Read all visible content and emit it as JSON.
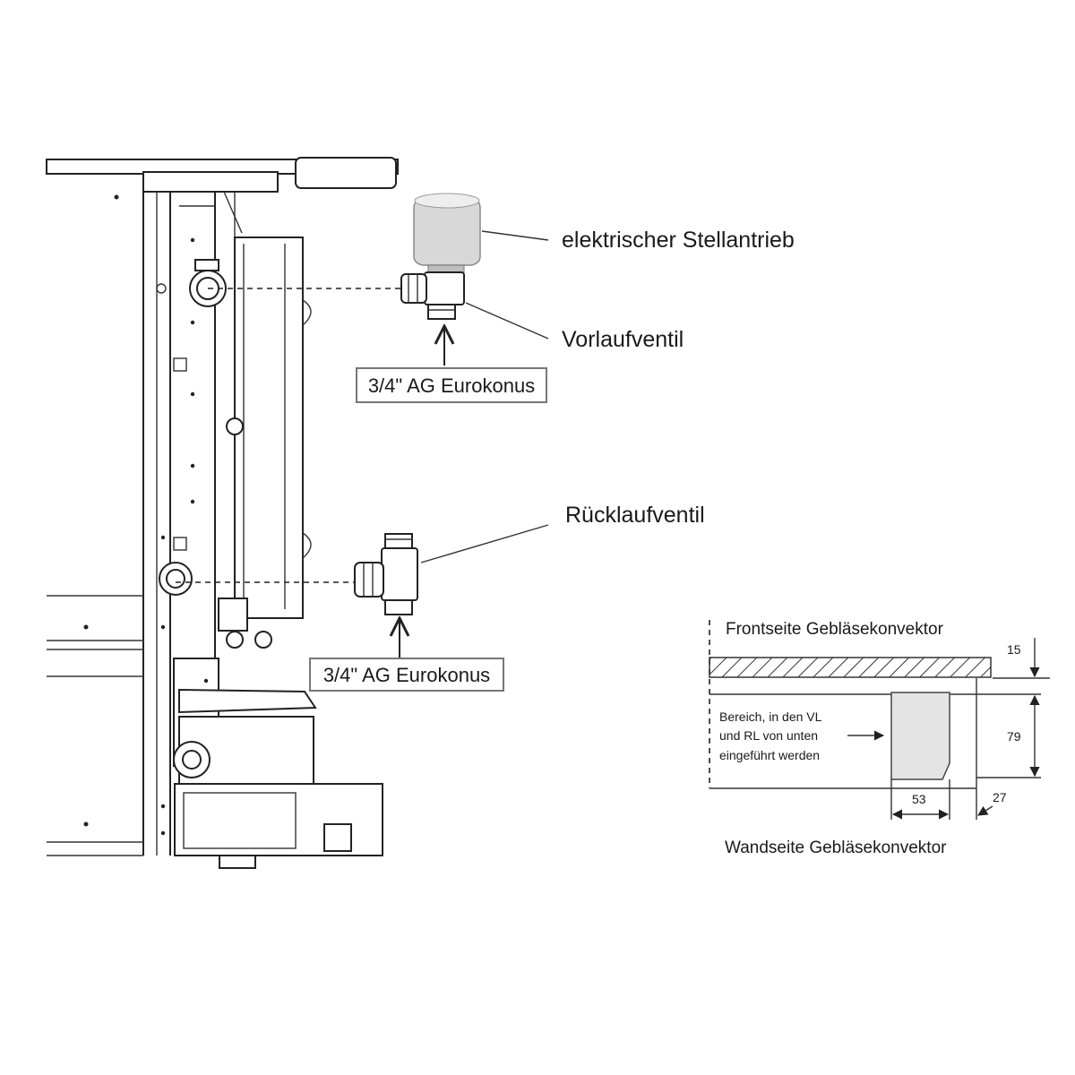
{
  "labels": {
    "actuator": "elektrischer Stellantrieb",
    "supply_valve": "Vorlaufventil",
    "return_valve": "Rücklaufventil",
    "thread_top": "3/4\" AG Eurokonus",
    "thread_bottom": "3/4\" AG Eurokonus"
  },
  "detail": {
    "front_side": "Frontseite Gebläsekonvektor",
    "wall_side": "Wandseite Gebläsekonvektor",
    "area_note_line1": "Bereich, in den VL",
    "area_note_line2": "und RL von unten",
    "area_note_line3": "eingeführt werden",
    "dim_15": "15",
    "dim_79": "79",
    "dim_53": "53",
    "dim_27": "27"
  }
}
